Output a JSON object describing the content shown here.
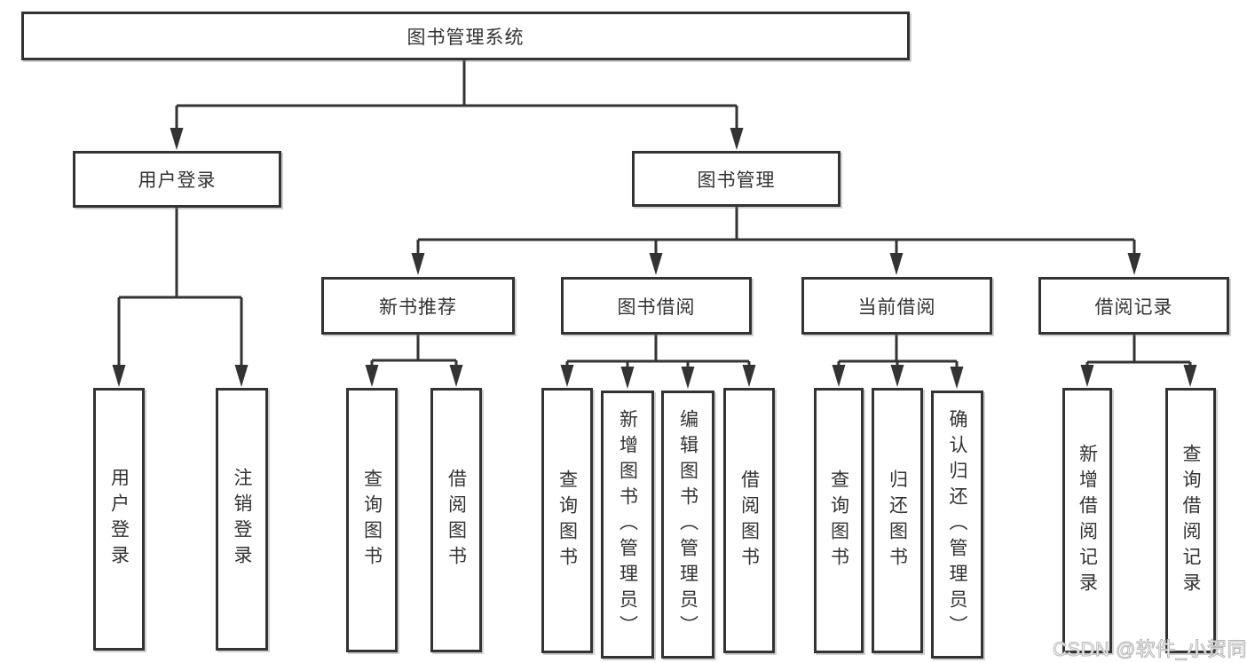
{
  "diagram": {
    "root": "图书管理系统",
    "level2": [
      {
        "label": "用户登录",
        "children": [
          "用户登录",
          "注销登录"
        ]
      },
      {
        "label": "图书管理",
        "children": [
          {
            "label": "新书推荐",
            "children": [
              "查询图书",
              "借阅图书"
            ]
          },
          {
            "label": "图书借阅",
            "children": [
              "查询图书",
              "新增图书（管理员）",
              "编辑图书（管理员）",
              "借阅图书"
            ]
          },
          {
            "label": "当前借阅",
            "children": [
              "查询图书",
              "归还图书",
              "确认归还（管理员）"
            ]
          },
          {
            "label": "借阅记录",
            "children": [
              "新增借阅记录",
              "查询借阅记录"
            ]
          }
        ]
      }
    ]
  },
  "watermark": "CSDN @软件_小贺同学",
  "colors": {
    "line": "#333333",
    "box_border": "#333333",
    "text": "#333333",
    "background": "#ffffff",
    "watermark": "#c9c9c9"
  }
}
